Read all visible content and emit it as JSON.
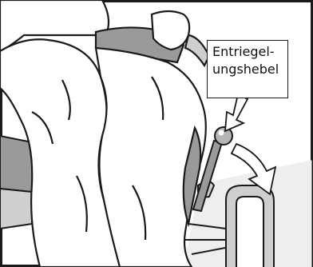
{
  "figure": {
    "subject": "Person seated in wheelchair pressing release lever",
    "callout": {
      "line1": "Entriegel-",
      "line2": "ungshebel"
    },
    "colors": {
      "outline": "#1a1a1a",
      "clothing": "#ffffff",
      "shadow": "#9a9a9a",
      "frame": "#8a8a8a",
      "floor": "#d8d8d8",
      "lever_ball": "#b5b5b5"
    },
    "icons": [
      "release-lever-icon",
      "motion-arrow-icon",
      "pointer-arrow-icon"
    ]
  }
}
